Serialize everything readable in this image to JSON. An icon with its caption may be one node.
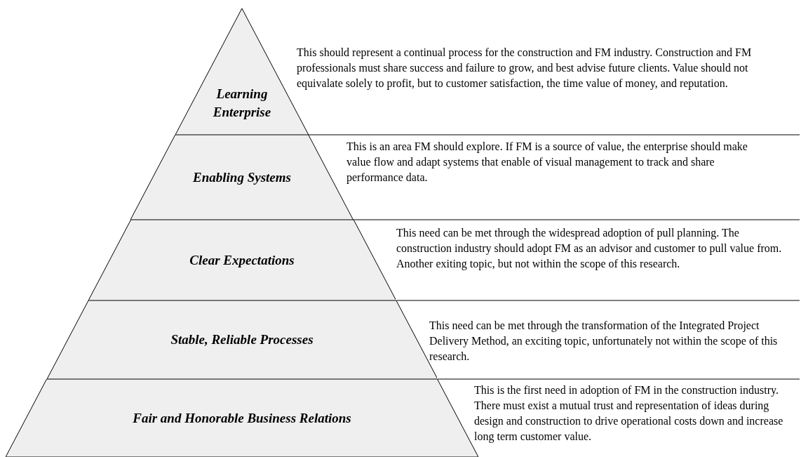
{
  "diagram": {
    "nodes": [
      {
        "text": [
          "Learning Enterprise"
        ],
        "beside": [
          "This should represent a continual process for the construction and FM industry. Construction and FM professionals must share success and failure to grow, and best advise future clients. Value should not equivalate solely to profit, but to customer satisfaction, the time value of money, and reputation."
        ]
      },
      {
        "text": [
          "Enabling Systems"
        ],
        "beside": [
          "This is an area FM should explore. If FM is a source of value, the enterprise should make value flow and adapt systems that enable of visual management to track and share performance data."
        ]
      },
      {
        "text": [
          "Clear Expectations"
        ],
        "beside": [
          "This need can be met through the widespread adoption of pull planning. The construction industry should adopt FM as an advisor and customer to pull value from.  Another exiting topic, but not within the scope of this research."
        ]
      },
      {
        "text": [
          "Stable, Reliable Processes"
        ],
        "beside": [
          "This need can be met through the transformation of the Integrated Project Delivery Method, an exciting topic, unfortunately not within the scope of this research."
        ]
      },
      {
        "text": [
          "Fair and Honorable Business Relations"
        ],
        "beside": [
          "This is the first need in adoption of FM in the construction industry. There must exist a mutual trust and representation of ideas during design and construction to drive operational costs down and increase long term customer value."
        ]
      }
    ]
  }
}
